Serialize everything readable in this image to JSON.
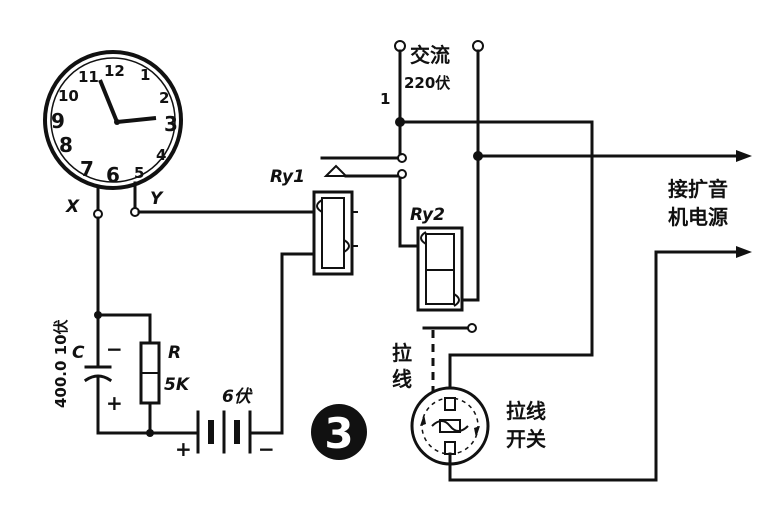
{
  "clock": {
    "numbers": [
      "12",
      "1",
      "2",
      "3",
      "4",
      "5",
      "6",
      "7",
      "8",
      "9",
      "10",
      "11"
    ],
    "terminal_x": "X",
    "terminal_y": "Y"
  },
  "labels": {
    "relay1": "Ry1",
    "relay2": "Ry2",
    "capacitor": "C",
    "capacitor_value": "400.0 10伏",
    "cap_minus": "−",
    "cap_plus": "+",
    "resistor": "R",
    "resistor_value": "5K",
    "battery": "6伏",
    "batt_plus": "+",
    "batt_minus": "−",
    "ac_line1": "交流",
    "ac_line2": "220伏",
    "junction_1": "1",
    "amp_line1": "接扩音",
    "amp_line2": "机电源",
    "pull_cord_left_1": "拉",
    "pull_cord_left_2": "线",
    "pull_switch_1": "拉线",
    "pull_switch_2": "开关",
    "figure_number": "3"
  }
}
